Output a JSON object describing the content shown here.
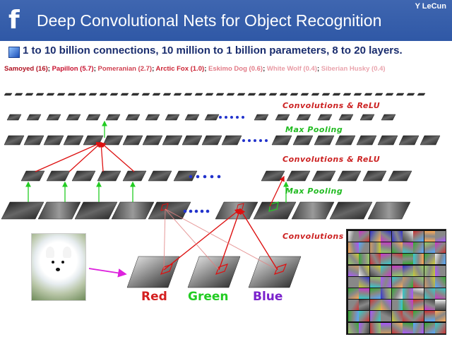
{
  "header": {
    "logo_glyph": "f",
    "logo_icon": "facebook-logo-icon",
    "title": "Deep Convolutional Nets for Object Recognition",
    "author": "Y LeCun",
    "background": "#3a62ad"
  },
  "headline": "1 to 10 billion connections, 10 million to 1 billion parameters, 8 to 20 layers.",
  "classes": [
    {
      "label": "Samoyed (16)",
      "color": "#b01020"
    },
    {
      "label": "Papillon (5.7)",
      "color": "#c8102e"
    },
    {
      "label": "Pomeranian (2.7)",
      "color": "#d04050"
    },
    {
      "label": "Arctic Fox (1.0)",
      "color": "#cc2233"
    },
    {
      "label": "Eskimo Dog (0.6)",
      "color": "#e27a86"
    },
    {
      "label": "White Wolf (0.4)",
      "color": "#e89aa4"
    },
    {
      "label": "Siberian Husky (0.4)",
      "color": "#eaa4ad"
    }
  ],
  "layer_labels": [
    {
      "text": "Convolutions & ReLU",
      "color": "#cc2222"
    },
    {
      "text": "Max Pooling",
      "color": "#22bb22"
    },
    {
      "text": "Convolutions & ReLU",
      "color": "#cc2222"
    },
    {
      "text": "Max Pooling",
      "color": "#22bb22"
    },
    {
      "text": "Convolutions & ReLU",
      "color": "#cc2222"
    }
  ],
  "channels": [
    {
      "text": "Red",
      "color": "#d42020"
    },
    {
      "text": "Green",
      "color": "#22cc22"
    },
    {
      "text": "Blue",
      "color": "#7a22cc"
    }
  ],
  "colors": {
    "conv_arrow": "#dd1111",
    "pool_arrow": "#22cc22",
    "input_arrow": "#dd22dd",
    "dots": "#2233cc"
  }
}
